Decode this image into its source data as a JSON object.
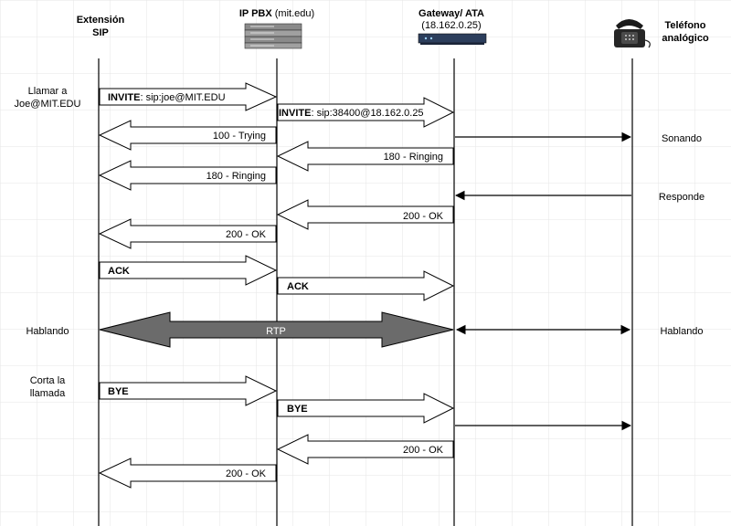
{
  "participants": {
    "sip": {
      "line1": "Extensión",
      "line2": "SIP"
    },
    "pbx": {
      "name": "IP PBX",
      "detail": "(mit.edu)"
    },
    "gateway": {
      "line1": "Gateway/ ATA",
      "line2": "(18.162.0.25)"
    },
    "phone": {
      "line1": "Teléfono",
      "line2": "analógico"
    }
  },
  "side_notes": {
    "call_line1": "Llamar a",
    "call_line2": "Joe@MIT.EDU",
    "talking_left": "Hablando",
    "hangup_line1": "Corta la",
    "hangup_line2": "llamada",
    "ringing": "Sonando",
    "answers": "Responde",
    "talking_right": "Hablando"
  },
  "messages": {
    "invite1_method": "INVITE",
    "invite1_target": ": sip:joe@MIT.EDU",
    "invite2_method": "INVITE",
    "invite2_target": ": sip:38400@18.162.0.25",
    "trying": "100 - Trying",
    "ringing_gw": "180 - Ringing",
    "ringing_pbx": "180 - Ringing",
    "ok_gw": "200 - OK",
    "ok_pbx": "200 - OK",
    "ack1": "ACK",
    "ack2": "ACK",
    "rtp": "RTP",
    "bye1": "BYE",
    "bye2": "BYE",
    "ok_bye_gw": "200 - OK",
    "ok_bye_pbx": "200 - OK"
  },
  "colors": {
    "line": "#000000",
    "rtp_fill": "#6b6b6b",
    "rtp_text": "#ffffff",
    "grid": "#e6e6e6"
  }
}
